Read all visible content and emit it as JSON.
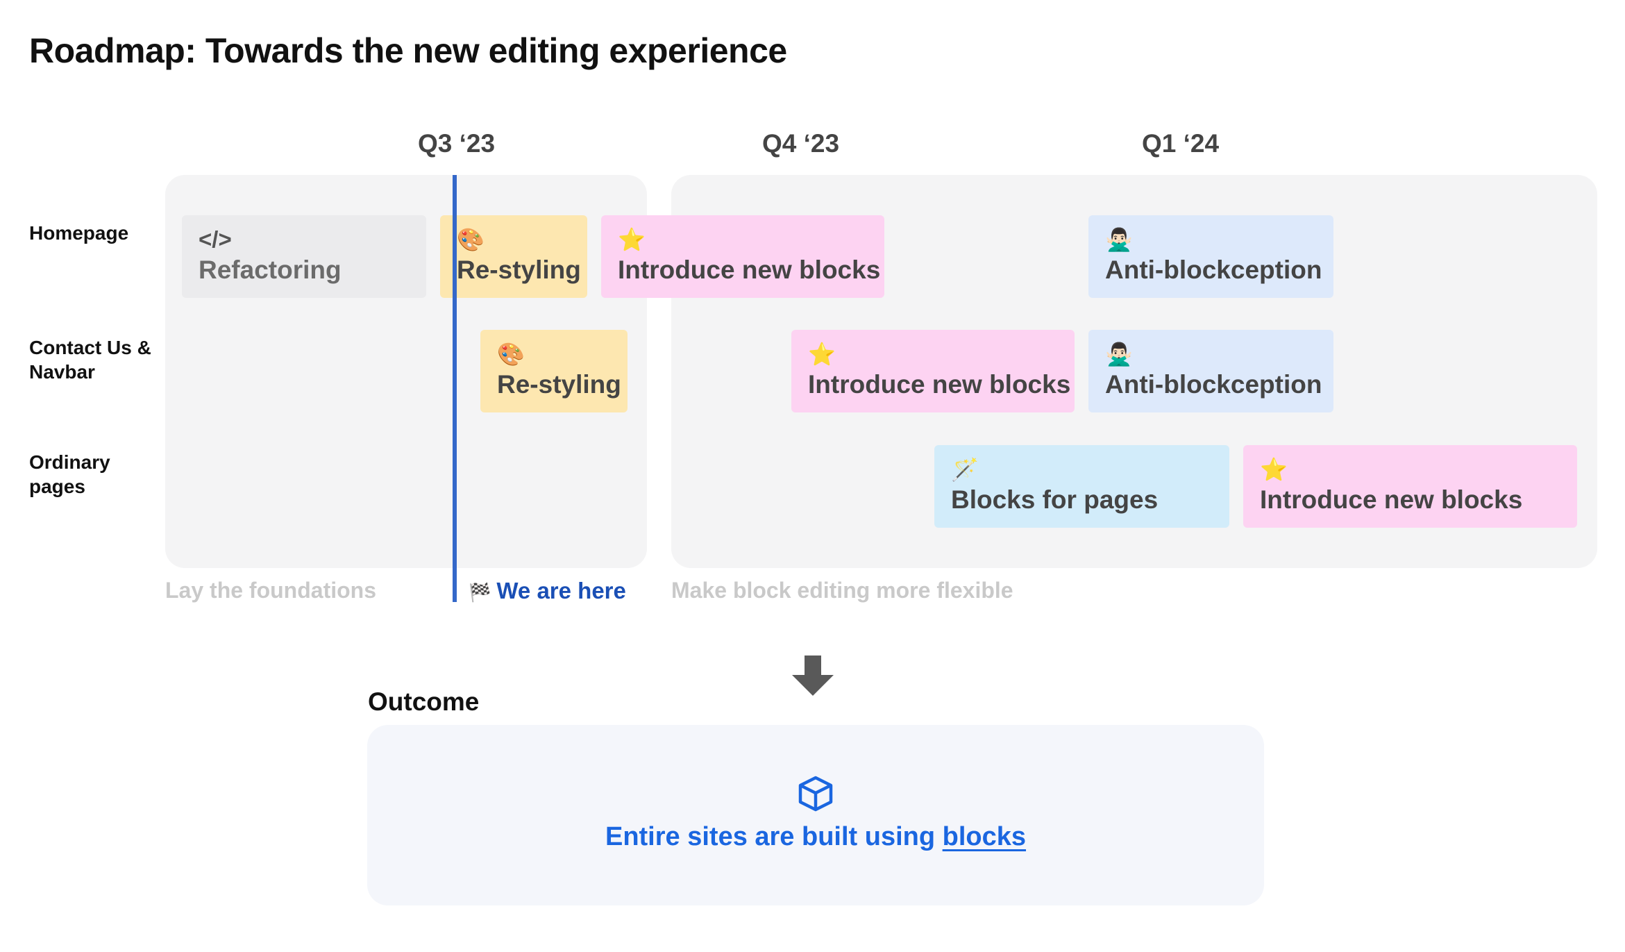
{
  "title": "Roadmap: Towards the new editing experience",
  "quarters": [
    "Q3 ‘23",
    "Q4 ‘23",
    "Q1 ‘24"
  ],
  "rows": [
    "Homepage",
    "Contact Us &\nNavbar",
    "Ordinary\npages"
  ],
  "cards": {
    "homepage_refactoring": {
      "icon": "</>",
      "label": "Refactoring"
    },
    "homepage_restyling": {
      "icon": "🎨",
      "label": "Re-styling"
    },
    "homepage_new_blocks": {
      "icon": "⭐",
      "label": "Introduce new blocks"
    },
    "homepage_anti_blockception": {
      "icon": "🙅🏻‍♂️",
      "label": "Anti-blockception"
    },
    "contact_restyling": {
      "icon": "🎨",
      "label": "Re-styling"
    },
    "contact_new_blocks": {
      "icon": "⭐",
      "label": "Introduce new blocks"
    },
    "contact_anti_blockception": {
      "icon": "🙅🏻‍♂️",
      "label": "Anti-blockception"
    },
    "pages_blocks_for_pages": {
      "icon": "🪄",
      "label": "Blocks for pages"
    },
    "pages_new_blocks": {
      "icon": "⭐",
      "label": "Introduce new blocks"
    }
  },
  "phases": {
    "phase1": "Lay the foundations",
    "current": "We are here",
    "current_icon": "🏁",
    "phase2": "Make block editing more flexible"
  },
  "outcome": {
    "label": "Outcome",
    "icon": "cube-icon",
    "text_prefix": "Entire sites are built using ",
    "link_text": "blocks"
  },
  "colors": {
    "now_line": "#3468c9",
    "outcome_text": "#1a66e0",
    "card_yellow": "#fde7b0",
    "card_pink": "#fdd3f2",
    "card_blue": "#dde9fb",
    "card_cyan": "#d2ecfa",
    "card_gray": "#ebebed"
  }
}
